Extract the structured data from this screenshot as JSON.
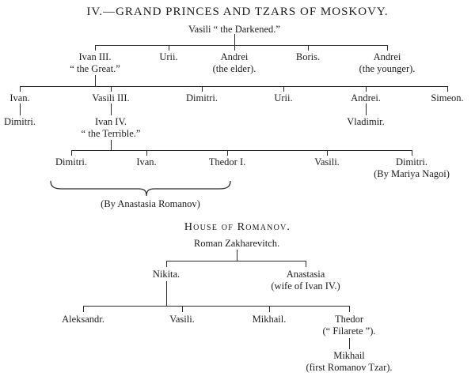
{
  "page": {
    "title": "IV.—GRAND PRINCES AND TZARS OF MOSKOVY."
  },
  "colors": {
    "ink": "#1c1c1c",
    "background": "#ffffff"
  },
  "moskovy": {
    "root": {
      "l1": "Vasili “ the Darkened.”"
    },
    "gen2": {
      "ivan3": {
        "l1": "Ivan III.",
        "l2": "“ the Great.”"
      },
      "urii": {
        "l1": "Urii."
      },
      "andrei_elder": {
        "l1": "Andrei",
        "l2": "(the elder)."
      },
      "boris": {
        "l1": "Boris."
      },
      "andrei_younger": {
        "l1": "Andrei",
        "l2": "(the younger)."
      }
    },
    "gen3": {
      "ivan": {
        "l1": "Ivan."
      },
      "vasili3": {
        "l1": "Vasili III."
      },
      "dimitri": {
        "l1": "Dimitri."
      },
      "urii": {
        "l1": "Urii."
      },
      "andrei": {
        "l1": "Andrei."
      },
      "simeon": {
        "l1": "Simeon."
      }
    },
    "gen4": {
      "dimitri": {
        "l1": "Dimitri."
      },
      "ivan4": {
        "l1": "Ivan IV.",
        "l2": "“ the Terrible.”"
      },
      "vladimir": {
        "l1": "Vladimir."
      }
    },
    "gen5": {
      "dimitri": {
        "l1": "Dimitri."
      },
      "ivan": {
        "l1": "Ivan."
      },
      "thedor1": {
        "l1": "Thedor I."
      },
      "vasili": {
        "l1": "Vasili."
      },
      "dimitri_nagoi": {
        "l1": "Dimitri.",
        "l2": "(By Mariya Nagoi)"
      }
    },
    "brace_label": "(By Anastasia Romanov)"
  },
  "romanov": {
    "heading": "House of Romanov.",
    "root": {
      "l1": "Roman Zakharevitch."
    },
    "gen2": {
      "nikita": {
        "l1": "Nikita."
      },
      "anastasia": {
        "l1": "Anastasia",
        "l2": "(wife of Ivan IV.)"
      }
    },
    "gen3": {
      "aleksandr": {
        "l1": "Aleksandr."
      },
      "vasili": {
        "l1": "Vasili."
      },
      "mikhail": {
        "l1": "Mikhail."
      },
      "thedor": {
        "l1": "Thedor",
        "l2": "(“ Filarete ”)."
      }
    },
    "gen4": {
      "mikhail": {
        "l1": "Mikhail",
        "l2": "(first Romanov Tzar)."
      }
    }
  }
}
